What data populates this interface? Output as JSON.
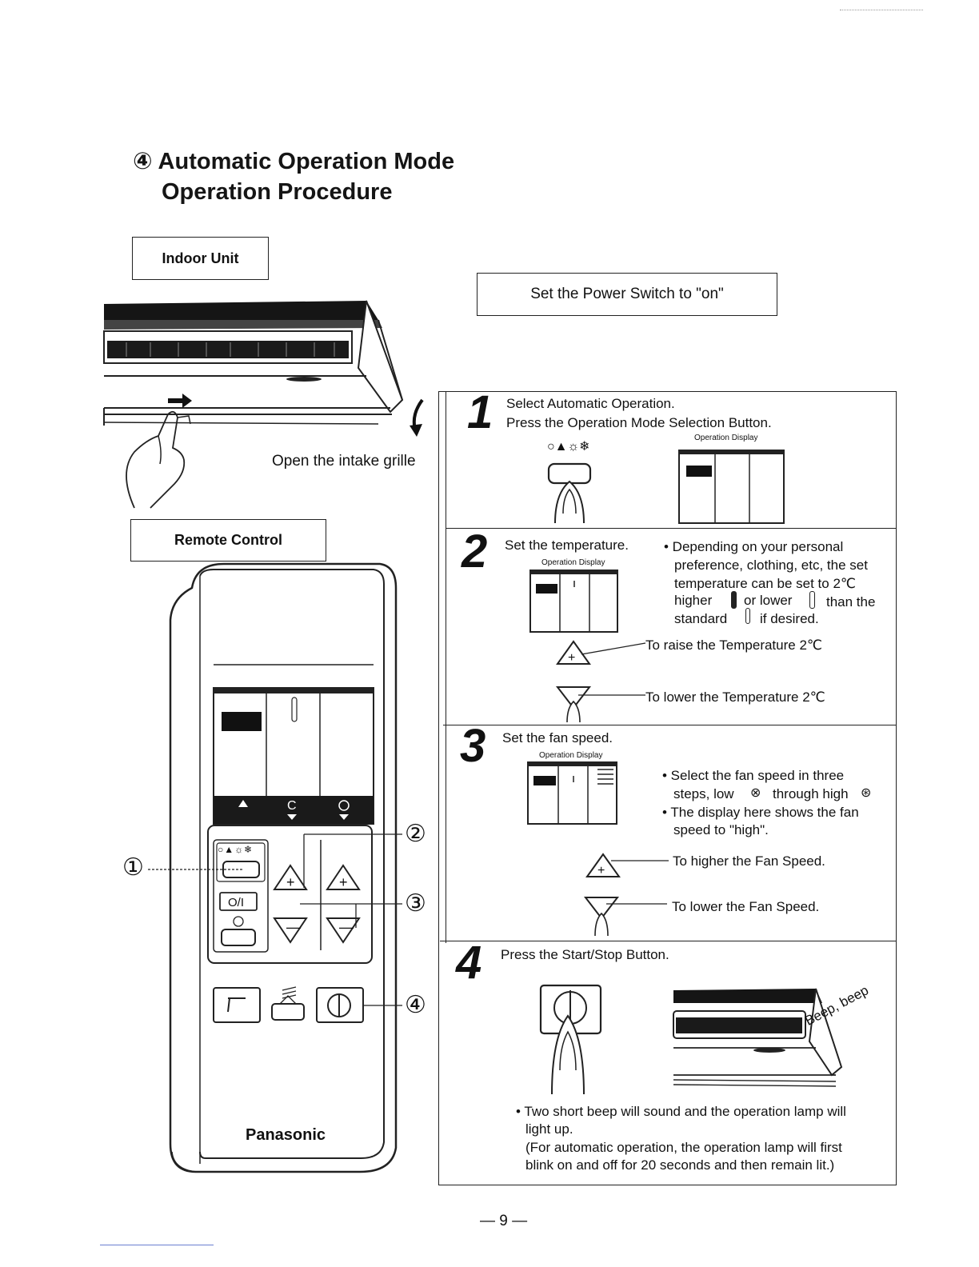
{
  "title": {
    "marker": "④",
    "line1": "Automatic Operation Mode",
    "line2": "Operation Procedure"
  },
  "indoor_unit": {
    "label": "Indoor Unit",
    "caption": "Open the intake grille"
  },
  "remote": {
    "label": "Remote Control",
    "brand": "Panasonic",
    "callouts": [
      "①",
      "②",
      "③",
      "④"
    ],
    "power_button_label": "O/I",
    "display_c": "C"
  },
  "power_switch": {
    "text": "Set the Power Switch to \"on\""
  },
  "steps": [
    {
      "number": "1",
      "line1": "Select Automatic Operation.",
      "line2": "Press the Operation Mode Selection Button.",
      "display_label": "Operation Display"
    },
    {
      "number": "2",
      "text": "Set the temperature.",
      "display_label": "Operation Display",
      "note": [
        "• Depending on your personal",
        "preference, clothing, etc, the set",
        "temperature can be set to 2℃",
        "higher",
        "or lower",
        "than the",
        "standard",
        "if desired."
      ],
      "raise": "To raise the Temperature 2℃",
      "lower": "To lower the Temperature 2℃"
    },
    {
      "number": "3",
      "text": "Set the fan speed.",
      "display_label": "Operation Display",
      "notes": [
        "• Select the fan speed in three",
        "steps, low",
        "through high",
        "• The display here shows the fan",
        "speed to \"high\"."
      ],
      "higher": "To higher the Fan Speed.",
      "lower": "To lower the Fan Speed."
    },
    {
      "number": "4",
      "text": "Press the Start/Stop Button.",
      "beep": "Beep, beep",
      "notes": [
        "• Two short beep will sound and the operation lamp will",
        "light up.",
        "(For automatic operation, the operation lamp will first",
        "blink on and off for 20 seconds and then remain lit.)"
      ]
    }
  ],
  "page_number": "— 9 —"
}
